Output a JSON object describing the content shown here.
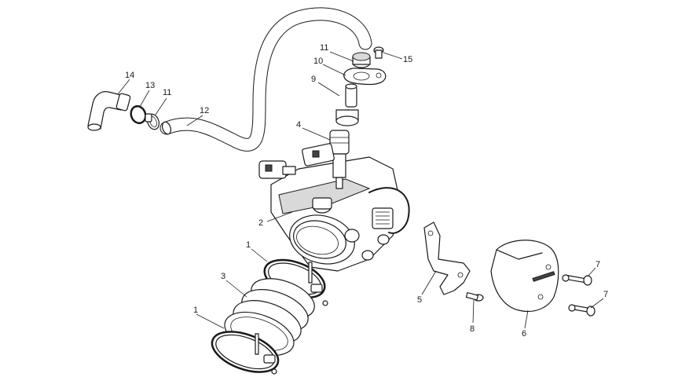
{
  "callouts": {
    "c14": "14",
    "c13": "13",
    "c11a": "11",
    "c12": "12",
    "c11b": "11",
    "c15": "15",
    "c10": "10",
    "c9": "9",
    "c4": "4",
    "c2": "2",
    "c1a": "1",
    "c3": "3",
    "c1b": "1",
    "c5": "5",
    "c8": "8",
    "c6": "6",
    "c7a": "7",
    "c7b": "7"
  }
}
